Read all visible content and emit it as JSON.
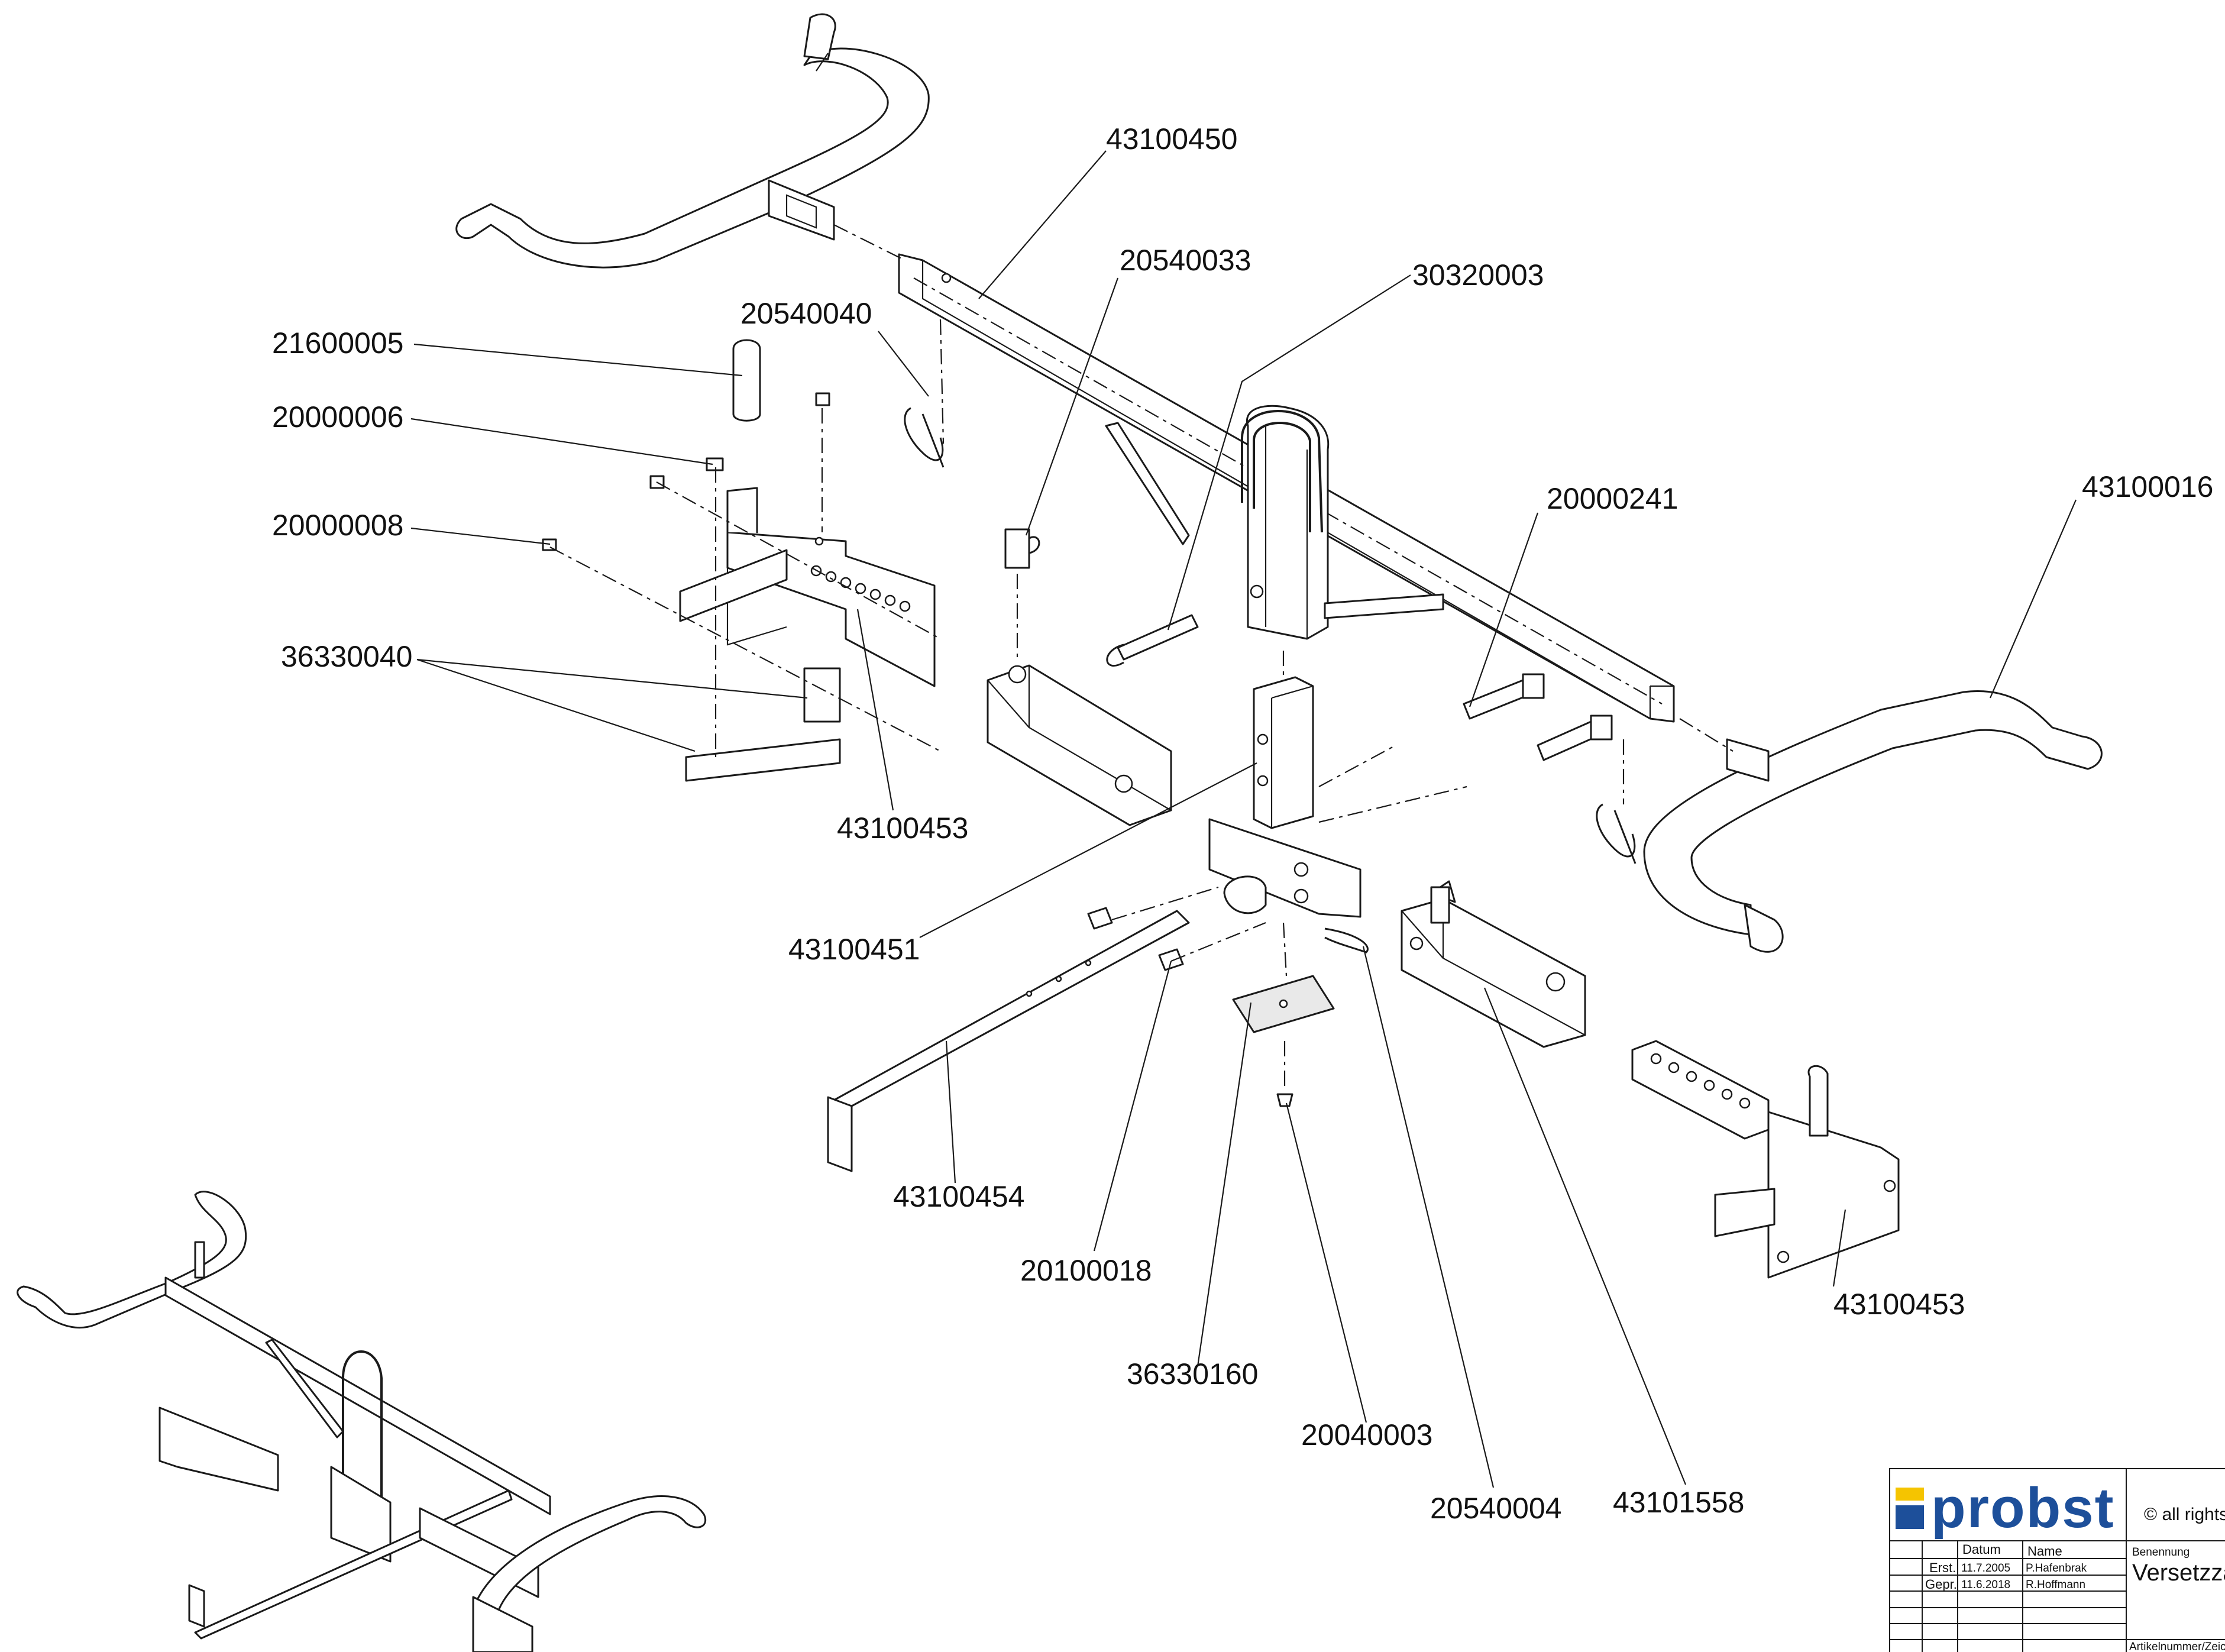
{
  "callouts": [
    "43100450",
    "20540033",
    "30320003",
    "20540040",
    "21600005",
    "20000006",
    "20000008",
    "36330040",
    "43100453",
    "20000241",
    "43100016",
    "43100451",
    "43100454",
    "20100018",
    "36330160",
    "20040003",
    "20540004",
    "43101558",
    "43100453"
  ],
  "title_block": {
    "brand": "probst",
    "copyright": "© all rights",
    "col_date": "Datum",
    "col_name": "Name",
    "row1_label": "Erst.",
    "row1_date": "11.7.2005",
    "row1_name": "P.Hafenbrak",
    "row2_label": "Gepr.",
    "row2_date": "11.6.2018",
    "row2_name": "R.Hoffmann",
    "designation_label": "Benennung",
    "designation": "Versetzza",
    "article_label": "Artikelnummer/Zeic"
  },
  "colors": {
    "brand": "#1d4f9a",
    "brand_accent": "#f5c400",
    "line": "#1a1a1a"
  }
}
